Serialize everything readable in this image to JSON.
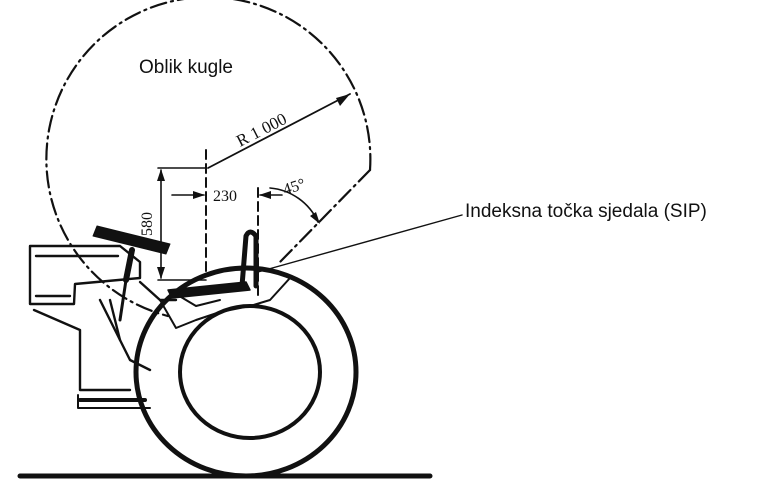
{
  "labels": {
    "sphere": "Oblik kugle",
    "sip": "Indeksna točka sjedala (SIP)"
  },
  "dimensions": {
    "radius": "R 1 000",
    "height": "580",
    "offset": "230",
    "angle": "45°"
  },
  "colors": {
    "ink": "#111111",
    "background": "#ffffff"
  }
}
